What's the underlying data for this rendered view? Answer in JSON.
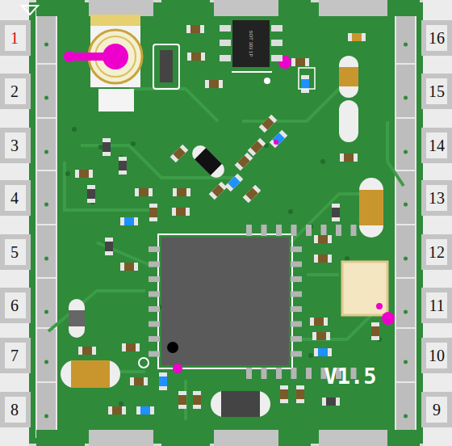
{
  "diagram": {
    "labels": [
      "1",
      "2",
      "3",
      "4",
      "5",
      "6",
      "7",
      "8",
      "16",
      "15",
      "14",
      "13",
      "12",
      "11",
      "10",
      "9",
      "V1.5",
      "SOT 303 1P"
    ]
  }
}
